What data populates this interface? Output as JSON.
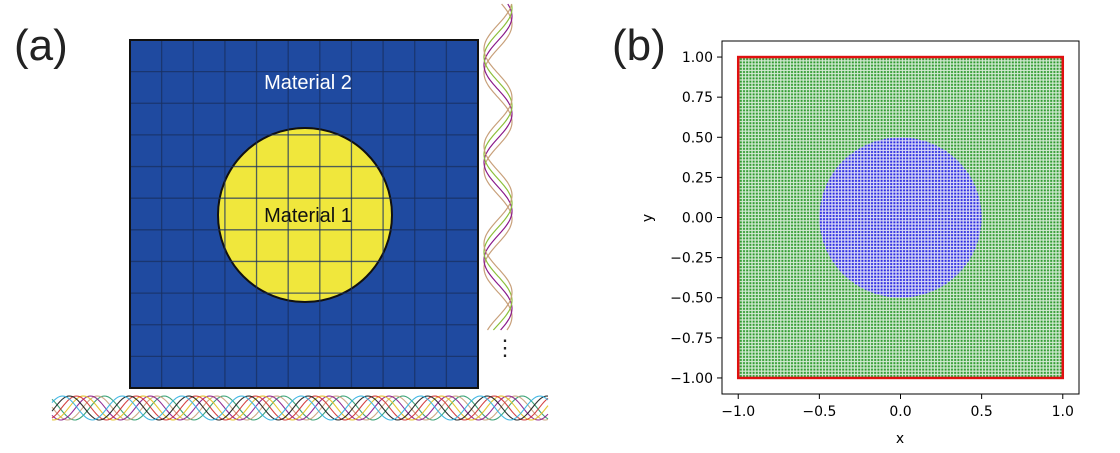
{
  "panel_a": {
    "label": "(a)",
    "grid_rows": 11,
    "grid_cols": 11,
    "outer_material_label": "Material 2",
    "inner_material_label": "Material 1",
    "outer_color": "#1f4aa0",
    "inner_color": "#f0e73c",
    "ellipsis": "⋮",
    "wave_colors": [
      "#c8a07a",
      "#8a1a8a",
      "#8cbf3a",
      "#2a9a6a",
      "#e0c020",
      "#1a1a1a",
      "#d03030",
      "#30b0e0"
    ]
  },
  "panel_b": {
    "label": "(b)",
    "chart_data": {
      "type": "scatter",
      "title": "",
      "xlabel": "x",
      "ylabel": "y",
      "xlim": [
        -1.1,
        1.1
      ],
      "ylim": [
        -1.1,
        1.1
      ],
      "xticks": [
        "−1.0",
        "−0.5",
        "0.0",
        "0.5",
        "1.0"
      ],
      "xtick_values": [
        -1.0,
        -0.5,
        0.0,
        0.5,
        1.0
      ],
      "yticks": [
        "1.00",
        "0.75",
        "0.50",
        "0.25",
        "0.00",
        "−0.25",
        "−0.50",
        "−0.75",
        "−1.00"
      ],
      "ytick_values": [
        1.0,
        0.75,
        0.5,
        0.25,
        0.0,
        -0.25,
        -0.5,
        -0.75,
        -1.0
      ],
      "grid": false,
      "regions": [
        {
          "shape": "square",
          "xmin": -1.0,
          "xmax": 1.0,
          "ymin": -1.0,
          "ymax": 1.0,
          "point_color": "#2e9a2e"
        },
        {
          "shape": "circle",
          "cx": 0.0,
          "cy": 0.0,
          "r": 0.5,
          "point_color": "#2a2ae0"
        }
      ],
      "boundary": {
        "shape": "square",
        "xmin": -1.0,
        "xmax": 1.0,
        "ymin": -1.0,
        "ymax": 1.0,
        "color": "#e01010"
      },
      "point_spacing": 0.02
    }
  }
}
